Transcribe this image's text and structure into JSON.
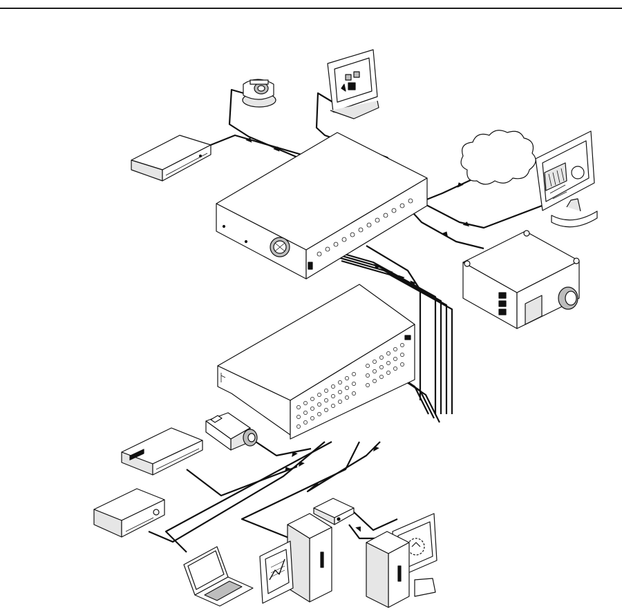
{
  "colors": {
    "line": "#111111",
    "fill_light": "#ffffff",
    "fill_mid": "#e6e6e6",
    "fill_dark": "#bdbdbd",
    "rule": "#1a1a1a"
  },
  "devices": [
    {
      "id": "ptz-camera",
      "icon": "ptz-camera-icon"
    },
    {
      "id": "touch-panel",
      "icon": "touch-panel-icon"
    },
    {
      "id": "network-cloud",
      "icon": "cloud-icon"
    },
    {
      "id": "flat-panel-monitor",
      "icon": "monitor-icon"
    },
    {
      "id": "dvd-player-top",
      "icon": "dvd-player-icon"
    },
    {
      "id": "switcher",
      "icon": "switcher-icon"
    },
    {
      "id": "projector",
      "icon": "projector-icon"
    },
    {
      "id": "matrix-router",
      "icon": "matrix-router-icon"
    },
    {
      "id": "camcorder",
      "icon": "camcorder-icon"
    },
    {
      "id": "dvd-player-bottom",
      "icon": "dvd-player-icon"
    },
    {
      "id": "av-receiver",
      "icon": "av-receiver-icon"
    },
    {
      "id": "interface-box",
      "icon": "interface-box-icon"
    },
    {
      "id": "laptop",
      "icon": "laptop-icon"
    },
    {
      "id": "pc-workstation",
      "icon": "computer-icon"
    },
    {
      "id": "pc-display",
      "icon": "computer-icon"
    }
  ]
}
